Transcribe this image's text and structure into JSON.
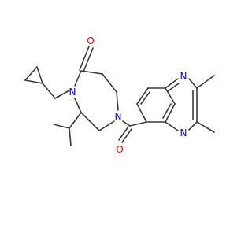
{
  "molecule": {
    "atom_labels": {
      "carbonyl_oxygen_ring": "O",
      "amide_nitrogen_ring": "N",
      "amine_nitrogen_ring": "N",
      "amide_oxygen_linker": "O",
      "quinoxaline_nitrogen_top": "N",
      "quinoxaline_nitrogen_bottom": "N"
    },
    "colors": {
      "bond": "#3a3a3a",
      "oxygen": "#ff0000",
      "nitrogen": "#0000ff",
      "background": "#ffffff"
    }
  }
}
